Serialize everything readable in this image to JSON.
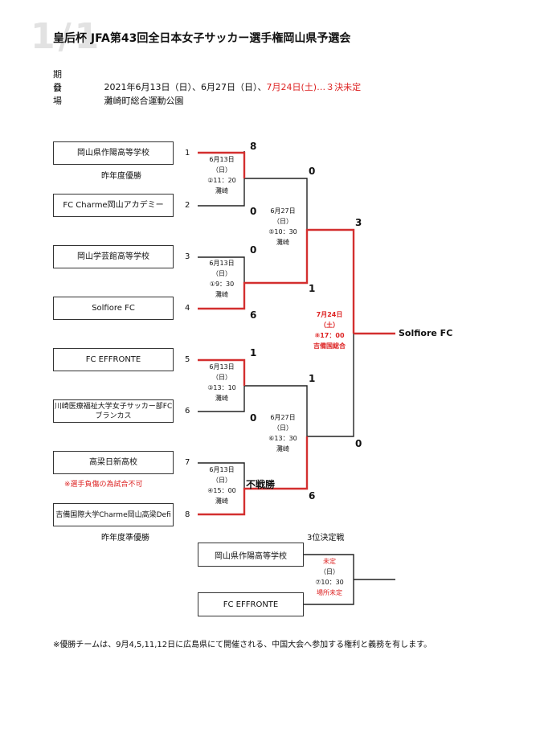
{
  "page_num": "1/1",
  "title": "皇后杯 JFA第43回全日本女子サッカー選手権岡山県予選会",
  "dates_label": "期 日",
  "dates_value": "2021年6月13日（日）、6月27日（日）、",
  "dates_red": "7月24日(土)…３決未定",
  "venue_label": "会 場",
  "venue_value": "灘崎町総合運動公園",
  "teams": [
    {
      "name": "岡山県作陽高等学校",
      "num": "1",
      "note": "昨年度優勝"
    },
    {
      "name": "FC Charme岡山アカデミー",
      "num": "2",
      "note": ""
    },
    {
      "name": "岡山学芸館高等学校",
      "num": "3",
      "note": ""
    },
    {
      "name": "Solfiore FC",
      "num": "4",
      "note": ""
    },
    {
      "name": "FC EFFRONTE",
      "num": "5",
      "note": ""
    },
    {
      "name": "川崎医療福祉大学女子サッカー部FCブランカス",
      "num": "6",
      "note": ""
    },
    {
      "name": "高梁日新高校",
      "num": "7",
      "note": "※選手負傷の為試合不可"
    },
    {
      "name": "吉備国際大学Charme岡山高梁Defi",
      "num": "8",
      "note": "昨年度準優勝"
    }
  ],
  "r1_matches": [
    {
      "date": "6月13日",
      "day": "（日）",
      "time": "②11：20",
      "venue": "灘崎",
      "score_top": "8",
      "score_bottom": "0"
    },
    {
      "date": "6月13日",
      "day": "（日）",
      "time": "①9：30",
      "venue": "灘崎",
      "score_top": "0",
      "score_bottom": "6"
    },
    {
      "date": "6月13日",
      "day": "（日）",
      "time": "③13：10",
      "venue": "灘崎",
      "score_top": "1",
      "score_bottom": "0"
    },
    {
      "date": "6月13日",
      "day": "（日）",
      "time": "④15：00",
      "venue": "灘崎",
      "score_top": "不戦勝",
      "score_bottom": ""
    }
  ],
  "sf_matches": [
    {
      "date": "6月27日",
      "day": "（日）",
      "time": "⑤10：30",
      "venue": "灘崎",
      "score_top": "0",
      "score_bottom": "1"
    },
    {
      "date": "6月27日",
      "day": "（日）",
      "time": "⑥13：30",
      "venue": "灘崎",
      "score_top": "1",
      "score_bottom": "6"
    }
  ],
  "final": {
    "date": "7月24日",
    "day": "（土）",
    "time": "⑧17：00",
    "venue": "吉備国総合",
    "score_top": "3",
    "score_bottom": "0",
    "winner": "Solfiore FC"
  },
  "third_place": {
    "label": "3位決定戦",
    "team_a": "岡山県作陽高等学校",
    "team_b": "FC EFFRONTE",
    "date": "未定",
    "day": "（日）",
    "time": "⑦10：30",
    "venue": "場所未定"
  },
  "footnote": "※優勝チームは、9月4,5,11,12日に広島県にて開催される、中国大会へ参加する権利と義務を有します。",
  "colors": {
    "highlight": "#d32f2f",
    "line": "#222222"
  }
}
